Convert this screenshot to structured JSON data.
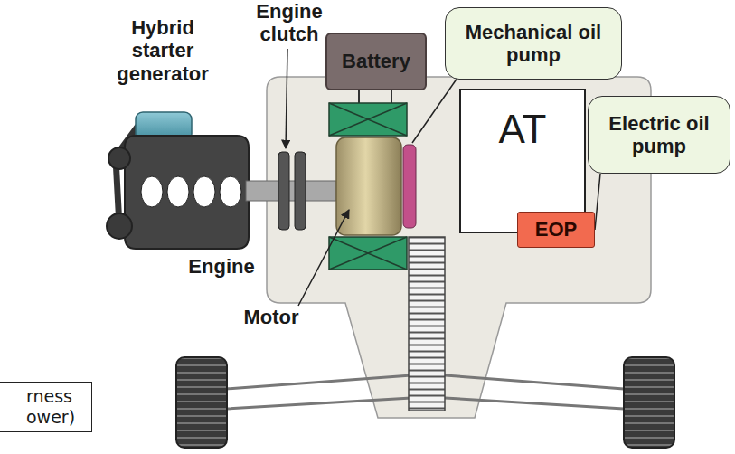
{
  "diagram": {
    "nodes": [
      {
        "text": [
          "Battery"
        ]
      },
      {
        "text": [
          "Mechanical oil pump"
        ]
      },
      {
        "text": [
          "AT"
        ]
      },
      {
        "text": [
          "EOP"
        ],
        "in": 2
      },
      {
        "text": [
          "Electric oil pump"
        ]
      },
      {
        "text": [
          "rness ower)"
        ]
      }
    ],
    "edges": [
      {
        "from": 4,
        "to": 3,
        "arrow": "none"
      }
    ],
    "labels": [
      "Hybrid starter generator",
      "Engine clutch",
      "Engine",
      "Motor"
    ]
  }
}
